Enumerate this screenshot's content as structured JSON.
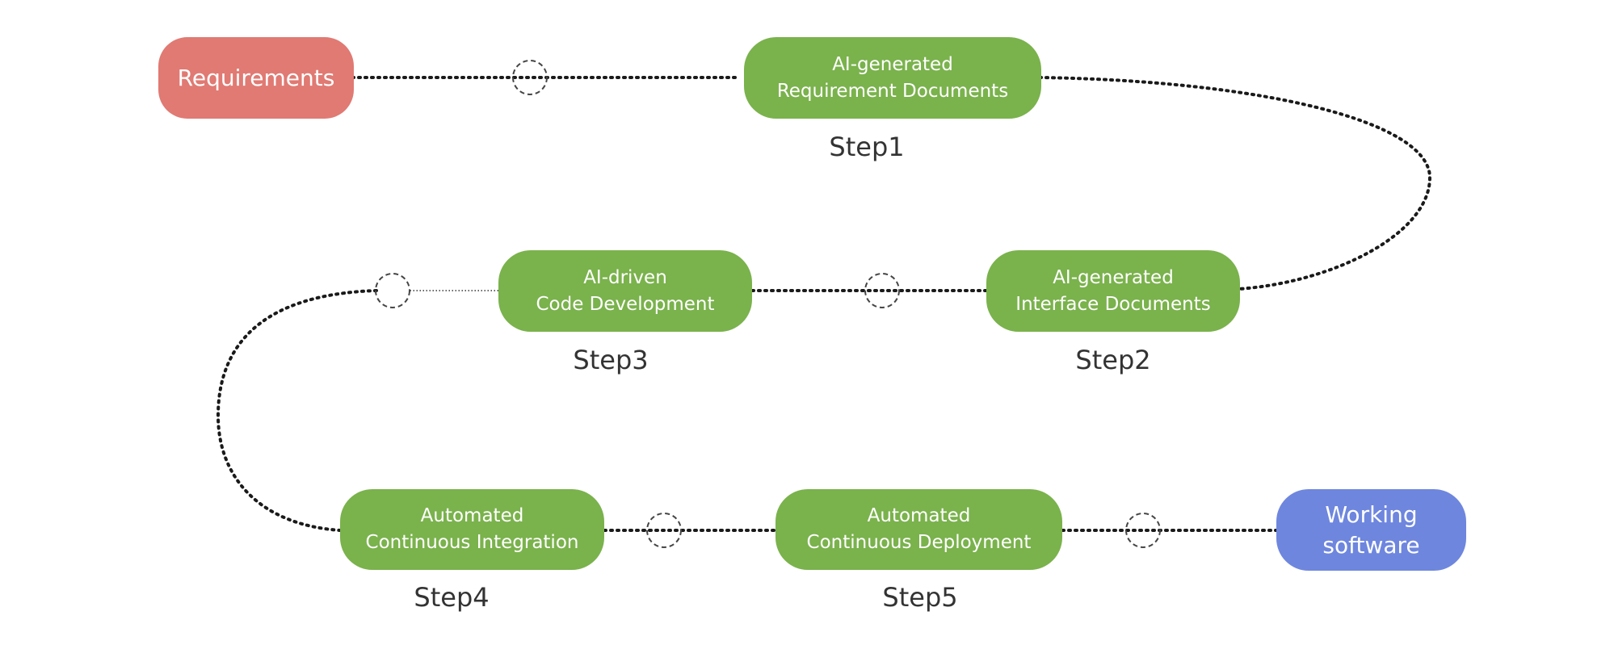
{
  "start": {
    "label": "Requirements"
  },
  "end": {
    "lines": [
      "Working",
      "software"
    ]
  },
  "steps": [
    {
      "lines": [
        "AI-generated",
        "Requirement Documents"
      ],
      "label": "Step1"
    },
    {
      "lines": [
        "AI-generated",
        "Interface Documents"
      ],
      "label": "Step2"
    },
    {
      "lines": [
        "AI-driven",
        "Code Development"
      ],
      "label": "Step3"
    },
    {
      "lines": [
        "Automated",
        "Continuous Integration"
      ],
      "label": "Step4"
    },
    {
      "lines": [
        "Automated",
        "Continuous Deployment"
      ],
      "label": "Step5"
    }
  ],
  "colors": {
    "start": "#e07a73",
    "step": "#7ab24c",
    "end": "#6e86de",
    "connector": "#1a1a1a",
    "ring": "#444444",
    "label": "#333333"
  }
}
